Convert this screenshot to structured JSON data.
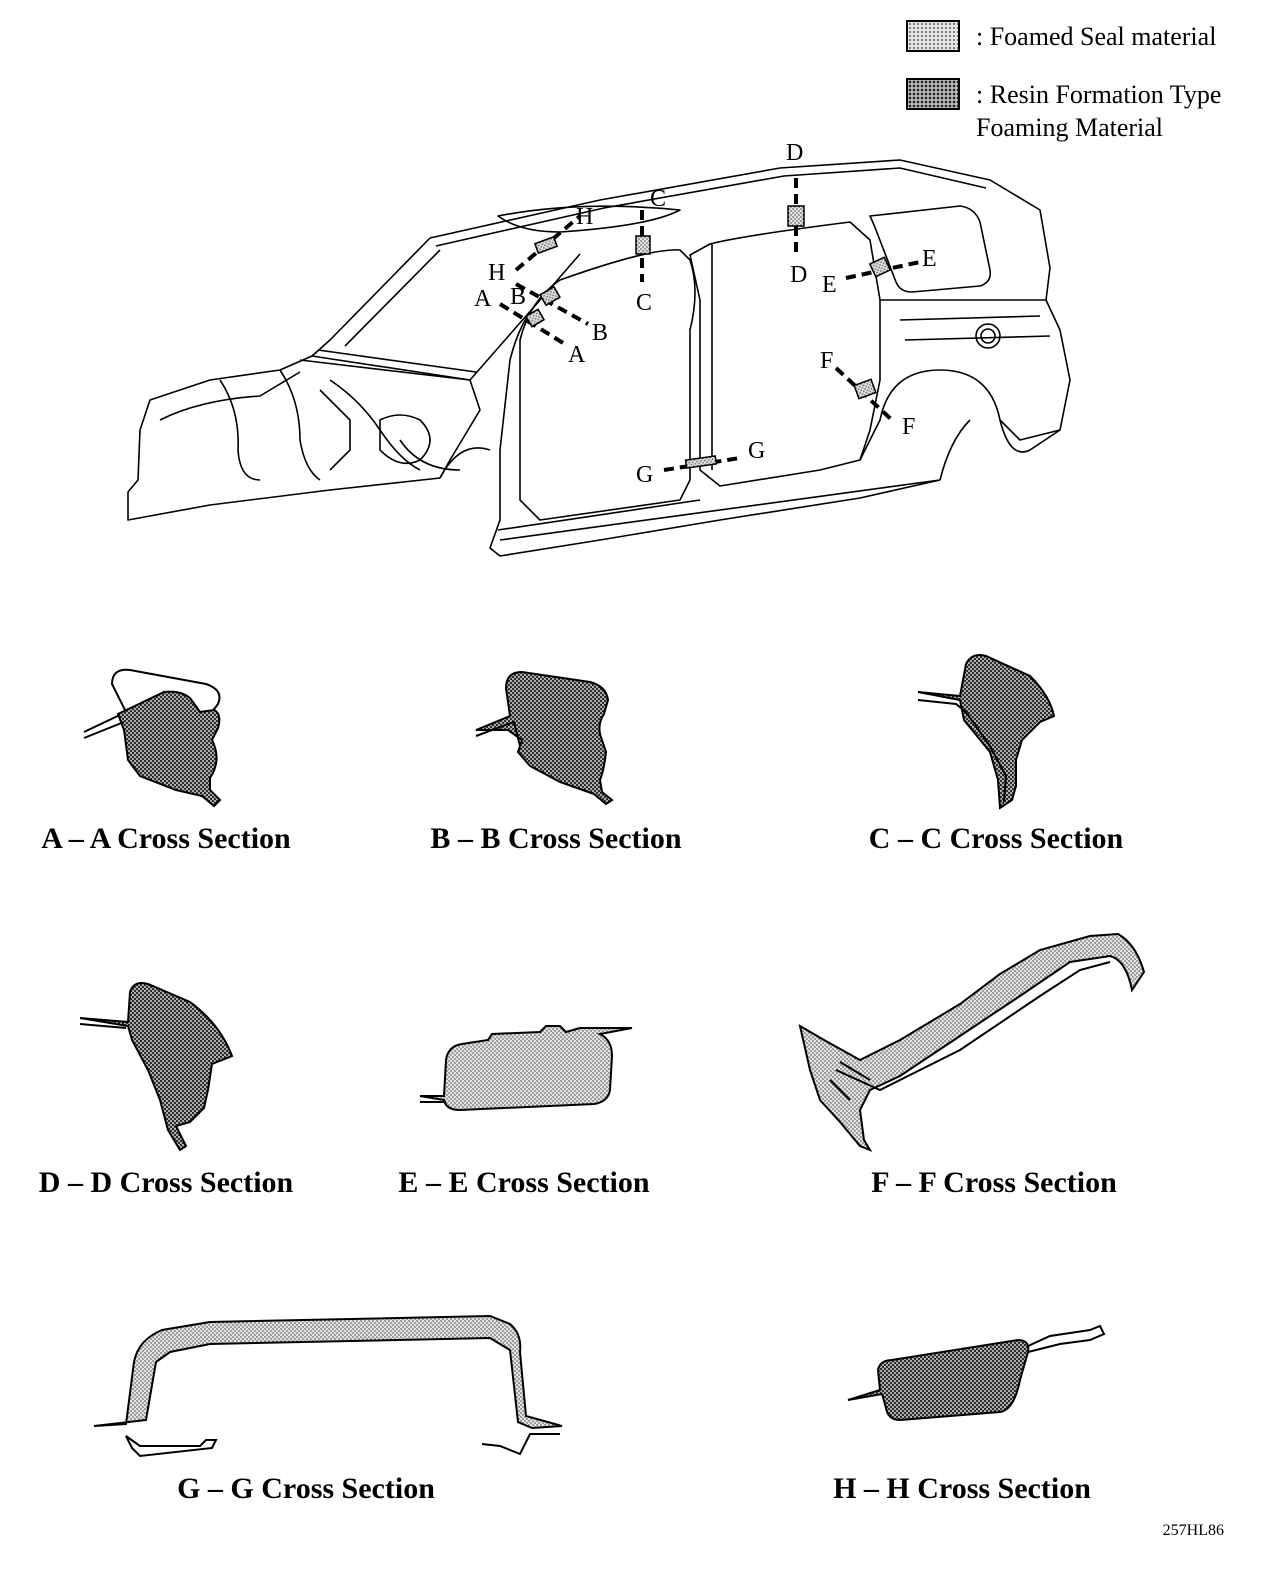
{
  "legend": [
    {
      "id": "foamed-seal",
      "label": ": Foamed Seal material",
      "pattern": "light"
    },
    {
      "id": "resin-foaming",
      "label": ": Resin Formation Type\nFoaming Material",
      "pattern": "dark"
    }
  ],
  "section_markers": [
    "A",
    "B",
    "C",
    "D",
    "E",
    "F",
    "G",
    "H"
  ],
  "sections": [
    {
      "id": "A",
      "label": "A – A Cross Section"
    },
    {
      "id": "B",
      "label": "B – B Cross Section"
    },
    {
      "id": "C",
      "label": "C – C Cross Section"
    },
    {
      "id": "D",
      "label": "D – D Cross Section"
    },
    {
      "id": "E",
      "label": "E – E Cross Section"
    },
    {
      "id": "F",
      "label": "F – F Cross Section"
    },
    {
      "id": "G",
      "label": "G – G Cross Section"
    },
    {
      "id": "H",
      "label": "H – H Cross Section"
    }
  ],
  "figure_code": "257HL86"
}
